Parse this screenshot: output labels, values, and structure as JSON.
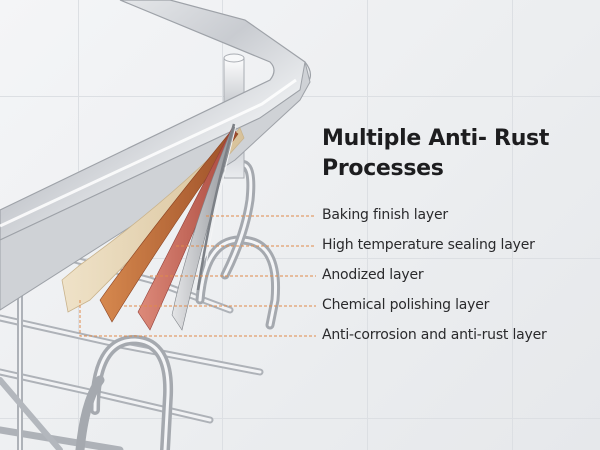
{
  "heading": {
    "line1": "Multiple Anti- Rust",
    "line2": "Processes"
  },
  "layers": [
    {
      "label": "Baking finish layer",
      "color": "#b9b9b9"
    },
    {
      "label": "High temperature sealing layer",
      "color": "#9a9a9a"
    },
    {
      "label": "Anodized layer",
      "color": "#c96a5e"
    },
    {
      "label": "Chemical polishing layer",
      "color": "#b6643a"
    },
    {
      "label": "Anti-corrosion and anti-rust layer",
      "color": "#e6d4b4"
    }
  ],
  "colors": {
    "leader_line": "#e08a4a",
    "metal_light": "#f2f3f5",
    "metal_dark": "#9ea2a8"
  }
}
